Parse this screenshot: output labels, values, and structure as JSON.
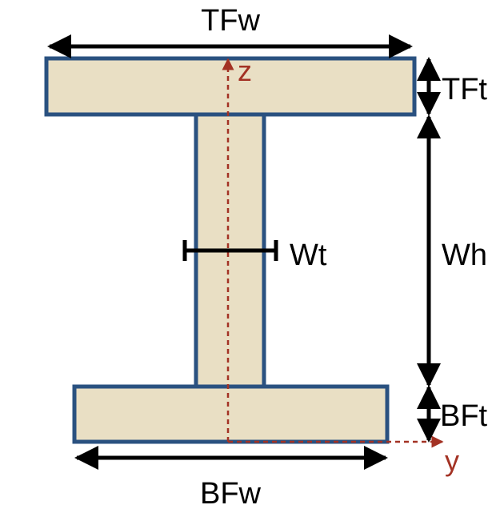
{
  "labels": {
    "top_flange_width": "TFw",
    "top_flange_thickness": "TFt",
    "web_thickness": "Wt",
    "web_height": "Wh",
    "bottom_flange_thickness": "BFt",
    "bottom_flange_width": "BFw"
  },
  "axes": {
    "vertical": "z",
    "horizontal": "y"
  },
  "colors": {
    "section_fill": "#e9dfc4",
    "section_outline": "#2a5180",
    "dimension": "#000000",
    "axis": "#a33224"
  }
}
